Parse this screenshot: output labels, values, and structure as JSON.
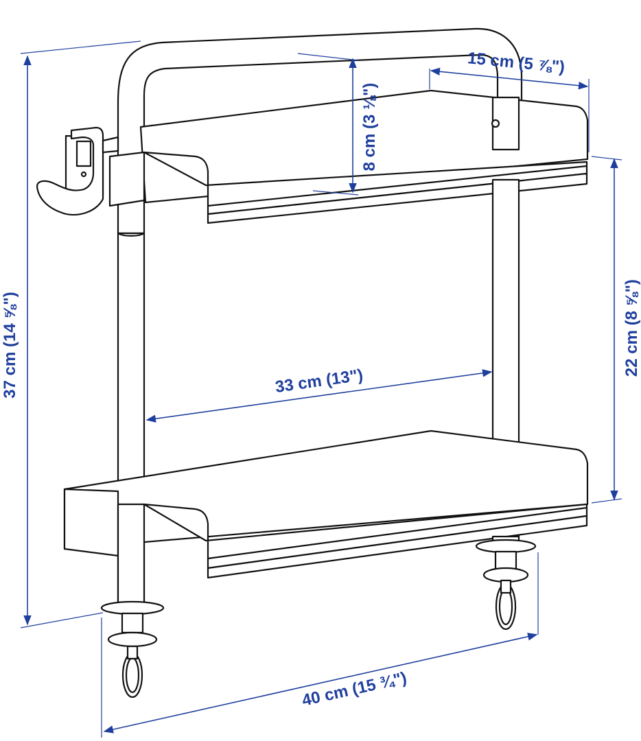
{
  "colors": {
    "dimension": "#1f3f9e",
    "outline": "#111111",
    "background": "#ffffff"
  },
  "dimensions": {
    "shelf_depth": "15 cm (5 ⅞\")",
    "shelf_rim_height": "8 cm (3 ⅛\")",
    "total_height": "37 cm (14 ⅝\")",
    "shelf_spacing": "22 cm (8 ⅝\")",
    "inner_width": "33 cm (13\")",
    "total_width": "40 cm (15 ¾\")"
  }
}
